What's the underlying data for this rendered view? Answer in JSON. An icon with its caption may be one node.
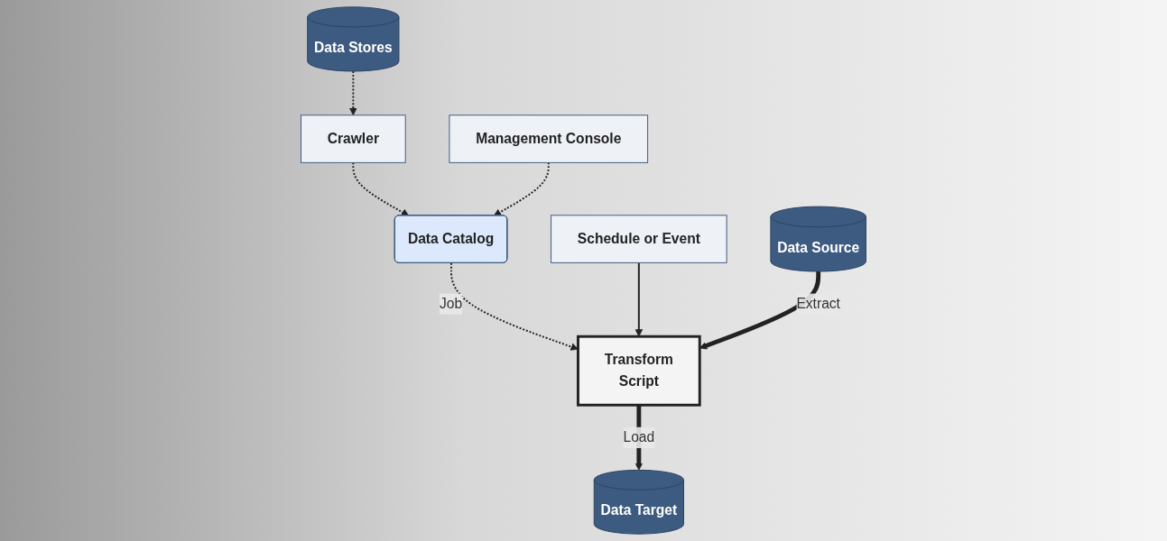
{
  "diagram": {
    "nodes": [
      {
        "text": [
          "Data Stores"
        ]
      },
      {
        "text": [
          "Crawler"
        ]
      },
      {
        "text": [
          "Data Catalog"
        ]
      },
      {
        "text": [
          "Management Console"
        ]
      },
      {
        "text": [
          "Schedule or Event"
        ]
      },
      {
        "text": [
          "Data Source"
        ]
      },
      {
        "text": [
          "Transform",
          "Script"
        ]
      },
      {
        "text": [
          "Data Target"
        ]
      }
    ],
    "edges": [
      {
        "from": 0,
        "to": 1,
        "arrow": "to",
        "style": "dashed"
      },
      {
        "from": 1,
        "to": 2,
        "arrow": "to",
        "style": "dashed"
      },
      {
        "from": 3,
        "to": 2,
        "arrow": "to",
        "style": "dashed"
      },
      {
        "from": 2,
        "to": 6,
        "arrow": "to",
        "style": "dashed",
        "label": "Job"
      },
      {
        "from": 4,
        "to": 6,
        "arrow": "to"
      },
      {
        "from": 5,
        "to": 6,
        "arrow": "to",
        "style": "thick",
        "label": "Extract"
      },
      {
        "from": 6,
        "to": 7,
        "arrow": "to",
        "style": "thick",
        "label": "Load"
      }
    ]
  }
}
